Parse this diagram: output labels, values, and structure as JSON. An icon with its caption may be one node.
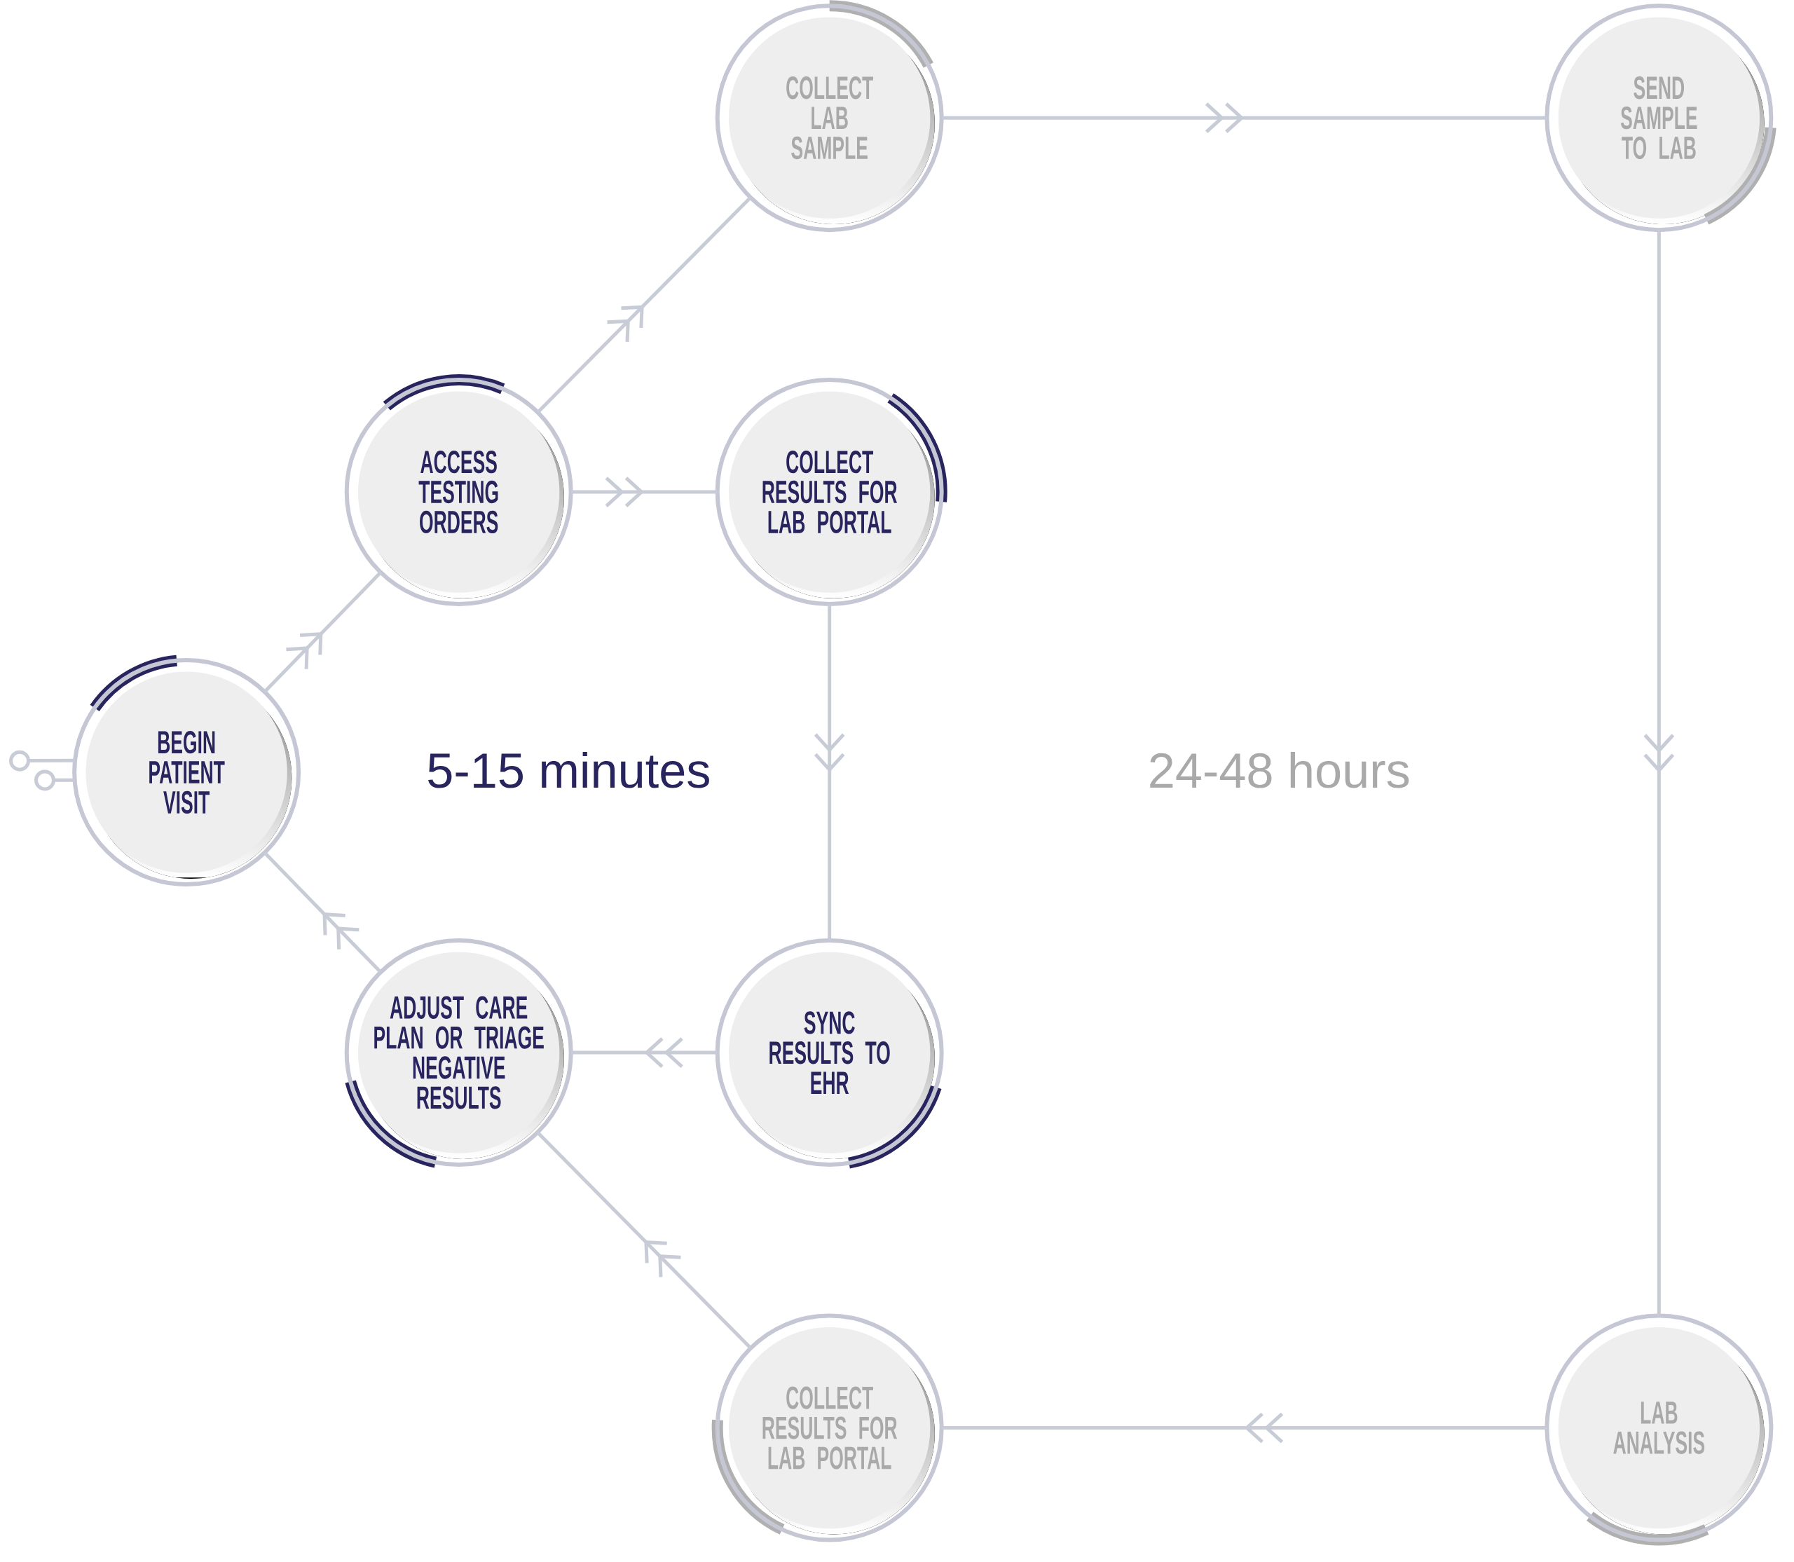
{
  "diagram": {
    "nodes": [
      {
        "text": [
          "BEGIN PATIENT VISIT"
        ]
      },
      {
        "text": [
          "ACCESS TESTING ORDERS"
        ]
      },
      {
        "text": [
          "COLLECT LAB SAMPLE"
        ]
      },
      {
        "text": [
          "SEND SAMPLE TO LAB"
        ]
      },
      {
        "text": [
          "COLLECT RESULTS FOR LAB PORTAL"
        ]
      },
      {
        "text": [
          "SYNC RESULTS TO EHR"
        ]
      },
      {
        "text": [
          "ADJUST CARE PLAN OR TRIAGE NEGATIVE RESULTS"
        ]
      },
      {
        "text": [
          "LAB ANALYSIS"
        ]
      },
      {
        "text": [
          "COLLECT RESULTS FOR LAB PORTAL"
        ]
      }
    ],
    "edges": [
      {
        "from": null,
        "to": 0,
        "arrow": "other"
      },
      {
        "from": null,
        "to": 0,
        "arrow": "other"
      },
      {
        "from": 0,
        "to": 1,
        "arrow": "to"
      },
      {
        "from": 1,
        "to": 2,
        "arrow": "to"
      },
      {
        "from": 2,
        "to": 3,
        "arrow": "to"
      },
      {
        "from": 3,
        "to": 7,
        "arrow": "to"
      },
      {
        "from": 7,
        "to": 8,
        "arrow": "to"
      },
      {
        "from": 8,
        "to": 6,
        "arrow": "to"
      },
      {
        "from": 1,
        "to": 4,
        "arrow": "to"
      },
      {
        "from": 4,
        "to": 5,
        "arrow": "to"
      },
      {
        "from": 5,
        "to": 6,
        "arrow": "to"
      },
      {
        "from": 6,
        "to": 0,
        "arrow": "to"
      }
    ],
    "labels": [
      "5-15 minutes",
      "24-48 hours"
    ]
  }
}
